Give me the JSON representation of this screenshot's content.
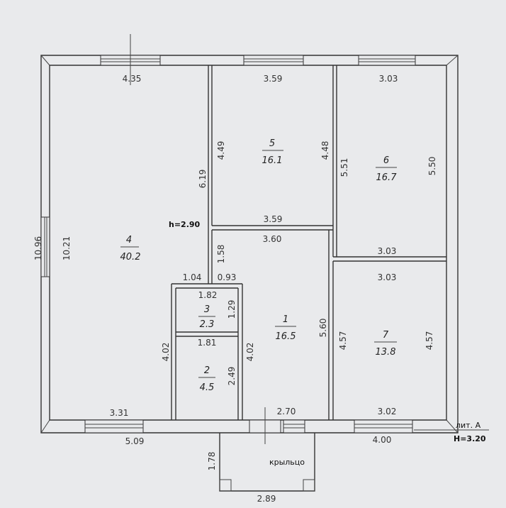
{
  "rooms": [
    {
      "id": "4",
      "number": "4",
      "area": "40.2"
    },
    {
      "id": "5",
      "number": "5",
      "area": "16.1"
    },
    {
      "id": "6",
      "number": "6",
      "area": "16.7"
    },
    {
      "id": "1",
      "number": "1",
      "area": "16.5"
    },
    {
      "id": "3",
      "number": "3",
      "area": "2.3"
    },
    {
      "id": "2",
      "number": "2",
      "area": "4.5"
    },
    {
      "id": "7",
      "number": "7",
      "area": "13.8"
    }
  ],
  "dimensions": {
    "top_4": "4.35",
    "top_5": "3.59",
    "top_6": "3.03",
    "room4_left": "10.21",
    "outer_left": "10.96",
    "room4_right": "6.19",
    "room5_left": "4.49",
    "room5_right": "4.48",
    "room5_bottom": "3.59",
    "room6_left": "5.51",
    "room6_right": "5.50",
    "room6_bottom": "3.03",
    "room1_top": "3.60",
    "room1_left_upper": "1.58",
    "room1_left_mid": "0.93",
    "corridor_left_top": "1.04",
    "room3_top": "1.82",
    "room3_right": "1.29",
    "room2_top": "1.81",
    "room2_right": "2.49",
    "room23_left": "4.02",
    "room1_left_lower": "4.02",
    "room1_right": "5.60",
    "room7_top": "3.03",
    "room7_left": "4.57",
    "room7_right": "4.57",
    "room4_bottom": "3.31",
    "room1_bottom": "2.70",
    "room7_bottom": "3.02",
    "outer_bottom_left": "5.09",
    "outer_bottom_right": "4.00",
    "porch_height": "1.78",
    "porch_width": "2.89"
  },
  "labels": {
    "ceiling_height": "h=2.90",
    "porch": "крыльцо",
    "lit": "лит. А",
    "outer_height": "H=3.20"
  }
}
